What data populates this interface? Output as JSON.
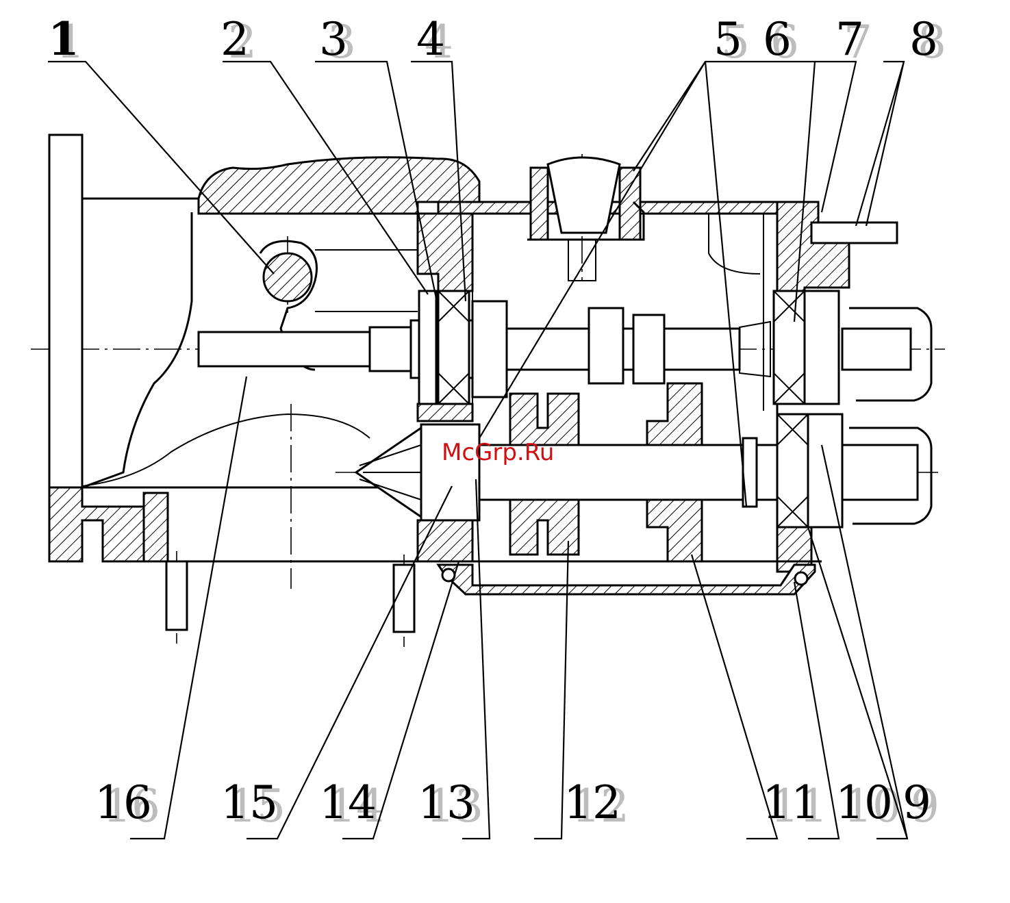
{
  "diagram": {
    "top_callouts": [
      "1",
      "2",
      "3",
      "4",
      "5",
      "6",
      "7",
      "8"
    ],
    "bottom_callouts": [
      "16",
      "15",
      "14",
      "13",
      "12",
      "11",
      "10",
      "9"
    ],
    "watermark": "McGrp.Ru"
  },
  "colors": {
    "line": "#000000",
    "watermark": "#d01010",
    "ghost_text": "#bdbdbd",
    "background": "#ffffff"
  }
}
